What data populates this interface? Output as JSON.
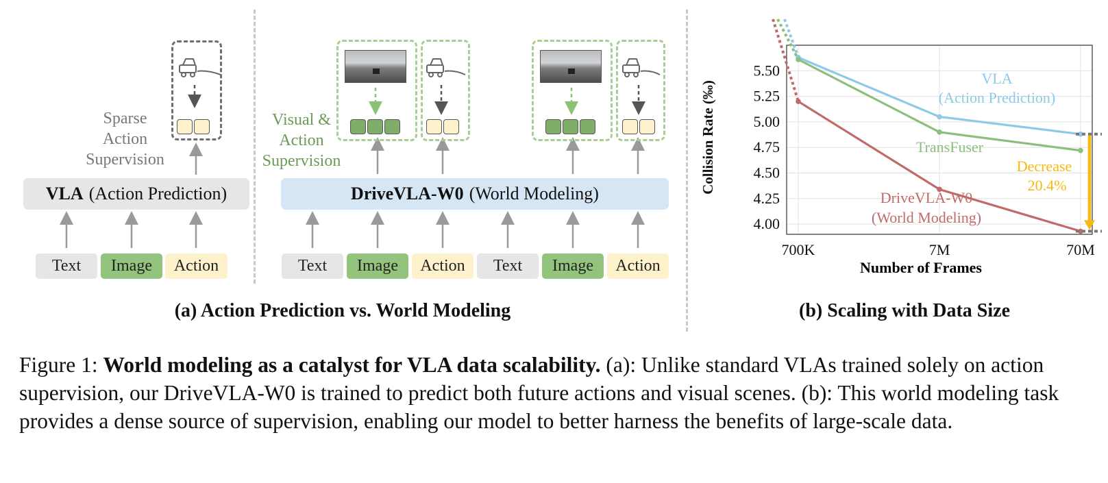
{
  "panel_a": {
    "vla_label": {
      "line1": "Sparse",
      "line2": "Action",
      "line3": "Supervision"
    },
    "vla_bar": {
      "bold": "VLA",
      "rest": "(Action Prediction)"
    },
    "vla_inputs": [
      "Text",
      "Image",
      "Action"
    ],
    "w0_label": {
      "line1": "Visual &",
      "line2": "Action",
      "line3": "Supervision"
    },
    "w0_bar": {
      "bold": "DriveVLA-W0",
      "rest": "(World Modeling)"
    },
    "w0_inputs": [
      "Text",
      "Image",
      "Action",
      "Text",
      "Image",
      "Action"
    ],
    "caption": "(a) Action Prediction vs. World Modeling"
  },
  "panel_b": {
    "caption": "(b) Scaling with Data Size",
    "annotation": {
      "line1": "Decrease",
      "line2": "20.4%"
    }
  },
  "chart_data": {
    "type": "line",
    "title": "",
    "xlabel": "Number of Frames",
    "ylabel": "Collision Rate (‰)",
    "x_ticks": [
      "700K",
      "7M",
      "70M"
    ],
    "x_scale": "log",
    "y_ticks": [
      "4.00",
      "4.25",
      "4.50",
      "4.75",
      "5.00",
      "5.25",
      "5.50"
    ],
    "ylim": [
      3.9,
      5.75
    ],
    "grid": true,
    "series": [
      {
        "name": "VLA",
        "name2": "(Action Prediction)",
        "color": "#8ec9e8",
        "x": [
          "700K",
          "7M",
          "70M"
        ],
        "values": [
          5.63,
          5.05,
          4.88
        ]
      },
      {
        "name": "TransFuser",
        "color": "#8dbf7c",
        "x": [
          "700K",
          "7M",
          "70M"
        ],
        "values": [
          5.61,
          4.9,
          4.72
        ]
      },
      {
        "name": "DriveVLA-W0",
        "name2": "(World Modeling)",
        "color": "#c06a6a",
        "x": [
          "700K",
          "7M",
          "70M"
        ],
        "values": [
          5.2,
          4.34,
          3.93
        ]
      }
    ],
    "annotation_color": "#f6b90f"
  },
  "figure_caption": {
    "prefix": "Figure 1:",
    "bold": "World modeling as a catalyst for VLA data scalability.",
    "rest": "(a): Unlike standard VLAs trained solely on action supervision, our DriveVLA-W0 is trained to predict both future actions and visual scenes. (b): This world modeling task provides a dense source of supervision, enabling our model to better harness the benefits of large-scale data."
  }
}
